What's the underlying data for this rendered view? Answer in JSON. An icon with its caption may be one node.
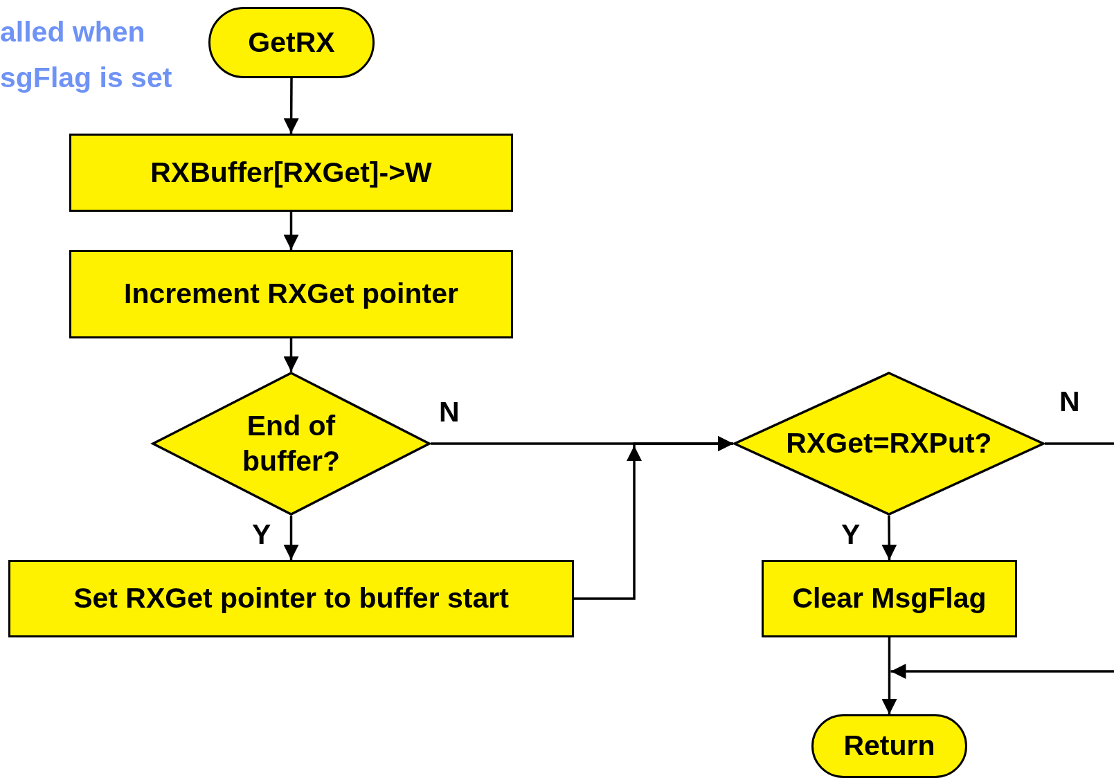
{
  "diagram": {
    "nodes": [
      {
        "text": [
          "GetRX"
        ]
      },
      {
        "text": [
          "RXBuffer[RXGet]->W"
        ]
      },
      {
        "text": [
          "Increment RXGet pointer"
        ]
      },
      {
        "text": [
          "End of buffer?"
        ]
      },
      {
        "text": [
          "Set RXGet pointer to buffer start"
        ]
      },
      {
        "text": [
          "RXGet=RXPut?"
        ]
      },
      {
        "text": [
          "Clear MsgFlag"
        ]
      },
      {
        "text": [
          "Return"
        ]
      }
    ],
    "edges": [
      {
        "from": 0,
        "to": 1,
        "arrow": "to"
      },
      {
        "from": 1,
        "to": 2,
        "arrow": "to"
      },
      {
        "from": 2,
        "to": 3,
        "arrow": "to"
      },
      {
        "from": 3,
        "to": 4,
        "arrow": "to",
        "label": "Y"
      },
      {
        "from": 3,
        "to": 5,
        "arrow": "to",
        "label": "N"
      },
      {
        "from": 4,
        "to": 5,
        "arrow": "to"
      },
      {
        "from": 5,
        "to": 6,
        "arrow": "to",
        "label": "Y"
      },
      {
        "from": 6,
        "to": 7,
        "arrow": "to"
      },
      {
        "from": 5,
        "to": null,
        "arrow": "none",
        "label": "N"
      },
      {
        "from": null,
        "to": 7,
        "arrow": "to"
      }
    ],
    "labels": [
      "alled when sgFlag is set"
    ]
  }
}
